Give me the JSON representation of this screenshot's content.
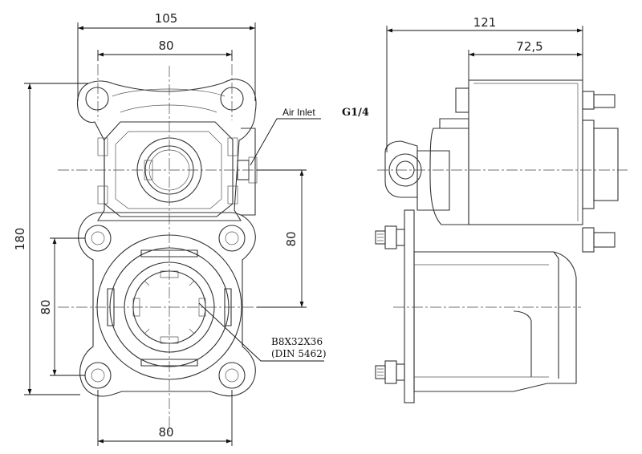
{
  "dimensions": {
    "front_width_outer": "105",
    "front_width_top_holes": "80",
    "front_height_total": "180",
    "front_height_right": "80",
    "front_height_left": "80",
    "front_width_bottom": "80",
    "side_length": "121",
    "side_length_inner": "72,5"
  },
  "annotations": {
    "air_inlet_label": "Air Inlet",
    "air_inlet_thread": "G1/4",
    "spline_spec": "B8X32X36",
    "spline_standard": "(DIN 5462)"
  }
}
